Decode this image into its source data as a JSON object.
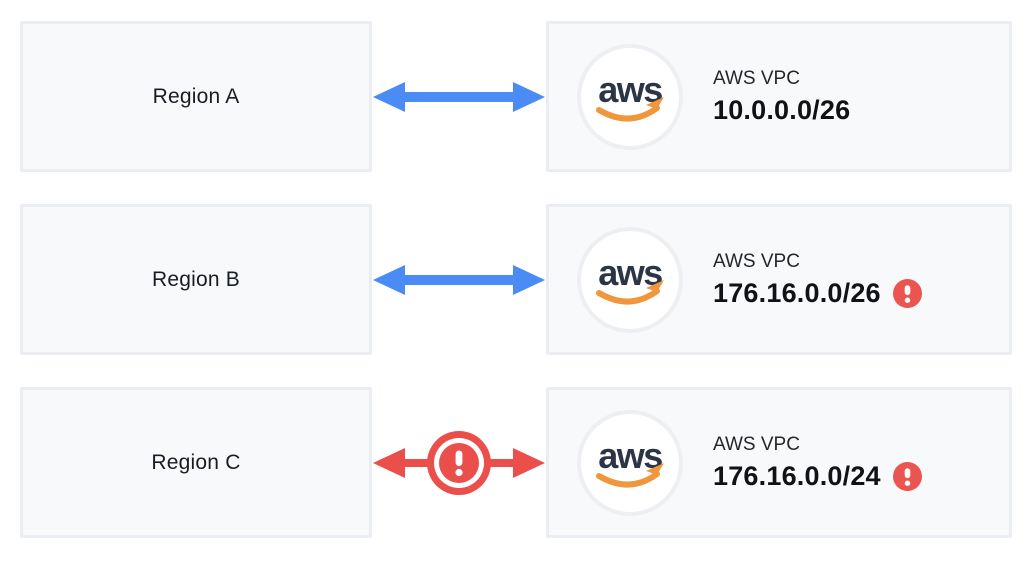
{
  "rows": [
    {
      "region_label": "Region A",
      "link": {
        "type": "bidirectional-arrow",
        "status": "ok"
      },
      "vpc": {
        "label": "AWS VPC",
        "cidr": "10.0.0.0/26",
        "cidr_conflict": false
      }
    },
    {
      "region_label": "Region B",
      "link": {
        "type": "bidirectional-arrow",
        "status": "ok"
      },
      "vpc": {
        "label": "AWS VPC",
        "cidr": "176.16.0.0/26",
        "cidr_conflict": true
      }
    },
    {
      "region_label": "Region C",
      "link": {
        "type": "bidirectional-arrow-with-error",
        "status": "error"
      },
      "vpc": {
        "label": "AWS VPC",
        "cidr": "176.16.0.0/24",
        "cidr_conflict": true
      }
    }
  ],
  "aws_logo": {
    "text": "aws"
  },
  "icons": {
    "link_ok": "double-headed-arrow",
    "link_error": "exclamation-circle-on-arrow",
    "cidr_conflict": "exclamation-circle"
  },
  "colors": {
    "link_ok": "#4B8BF5",
    "link_error": "#EB4F4B",
    "error_badge": "#EA5550",
    "aws_text": "#2B3545",
    "aws_smile": "#F0963C",
    "box_fill": "#F8F9FB",
    "box_border": "#EAEDF2"
  }
}
